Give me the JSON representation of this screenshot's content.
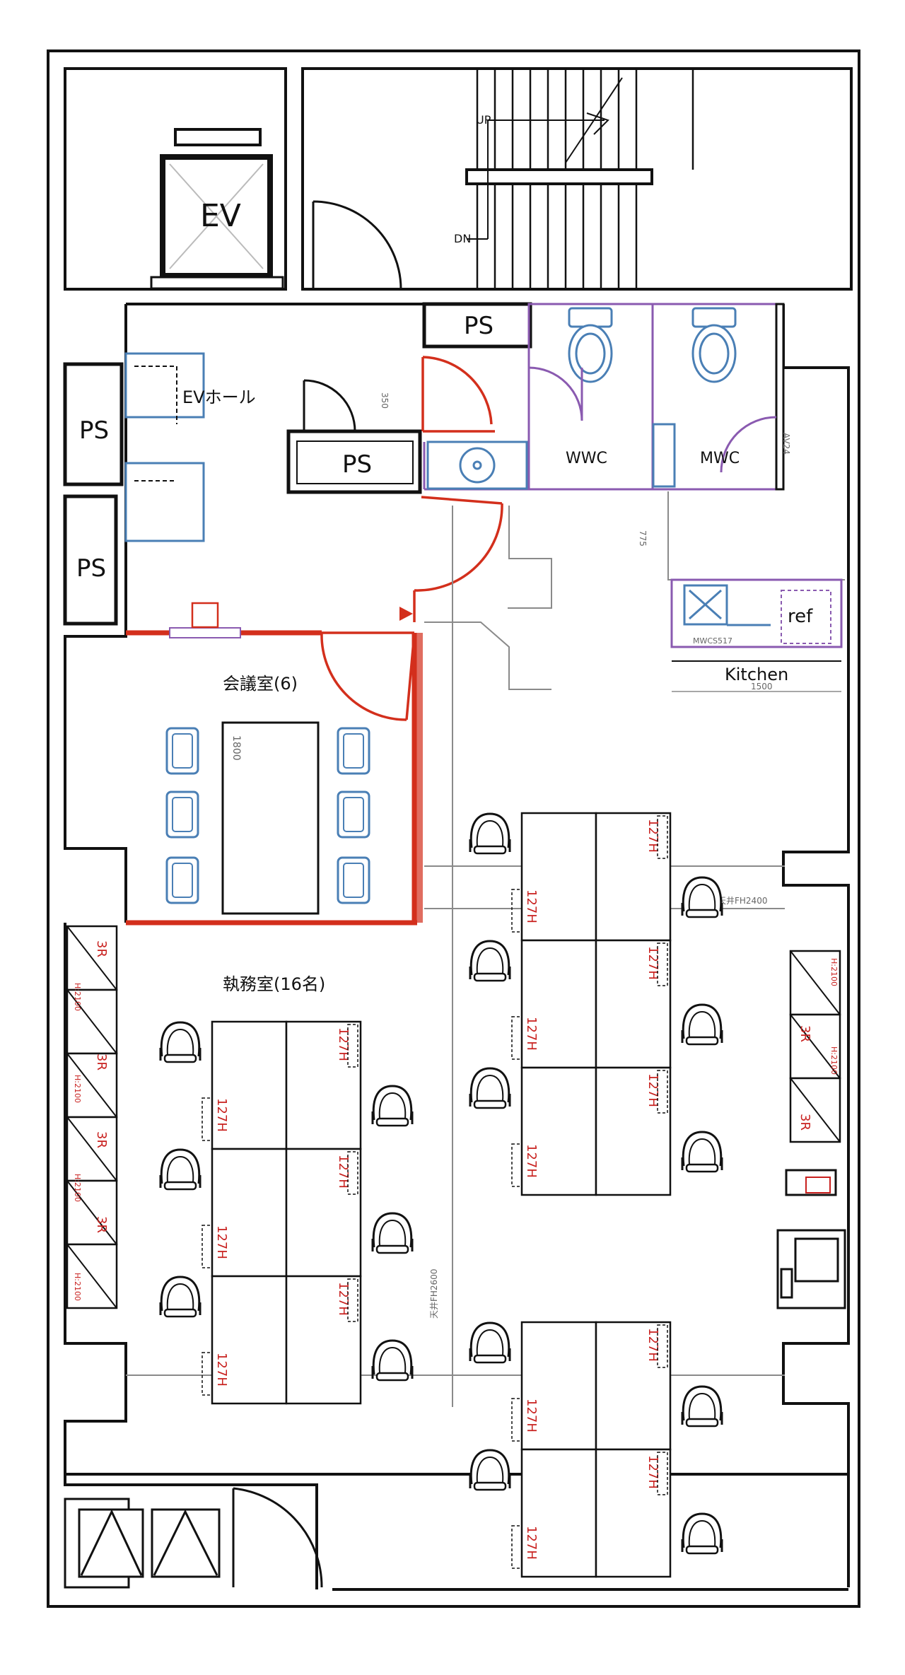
{
  "labels": {
    "ev": "EV",
    "ev_hall": "EVホール",
    "ps": "PS",
    "up": "UP",
    "dn": "DN",
    "wwc": "WWC",
    "mwc": "MWC",
    "meeting_room": "会議室(6)",
    "office": "執務室(16名)",
    "kitchen": "Kitchen",
    "ref": "ref",
    "desk": "127H",
    "shelf": "3R",
    "shelf_height": "H:2100",
    "meeting_table_len": "1800",
    "ceiling_1": "天井FH2400",
    "ceiling_2": "天井FH2600",
    "kitchen_width": "1500",
    "sink_note": "MWCS517",
    "dim_1": "350",
    "dim_2": "775",
    "dim_3": "AV24"
  },
  "colors": {
    "wall": "#111111",
    "partition_red": "#d32f1c",
    "furniture_blue": "#4a7fb5",
    "fixture_purple": "#8a5ab0",
    "desk_label_red": "#c8201e",
    "grey_line": "#8a8a8a"
  },
  "icons": [
    "elevator-icon",
    "stair-arrow-icon",
    "toilet-icon",
    "sink-icon",
    "door-swing-icon",
    "chair-icon",
    "refrigerator-icon",
    "printer-icon",
    "entrance-arrow-icon"
  ]
}
